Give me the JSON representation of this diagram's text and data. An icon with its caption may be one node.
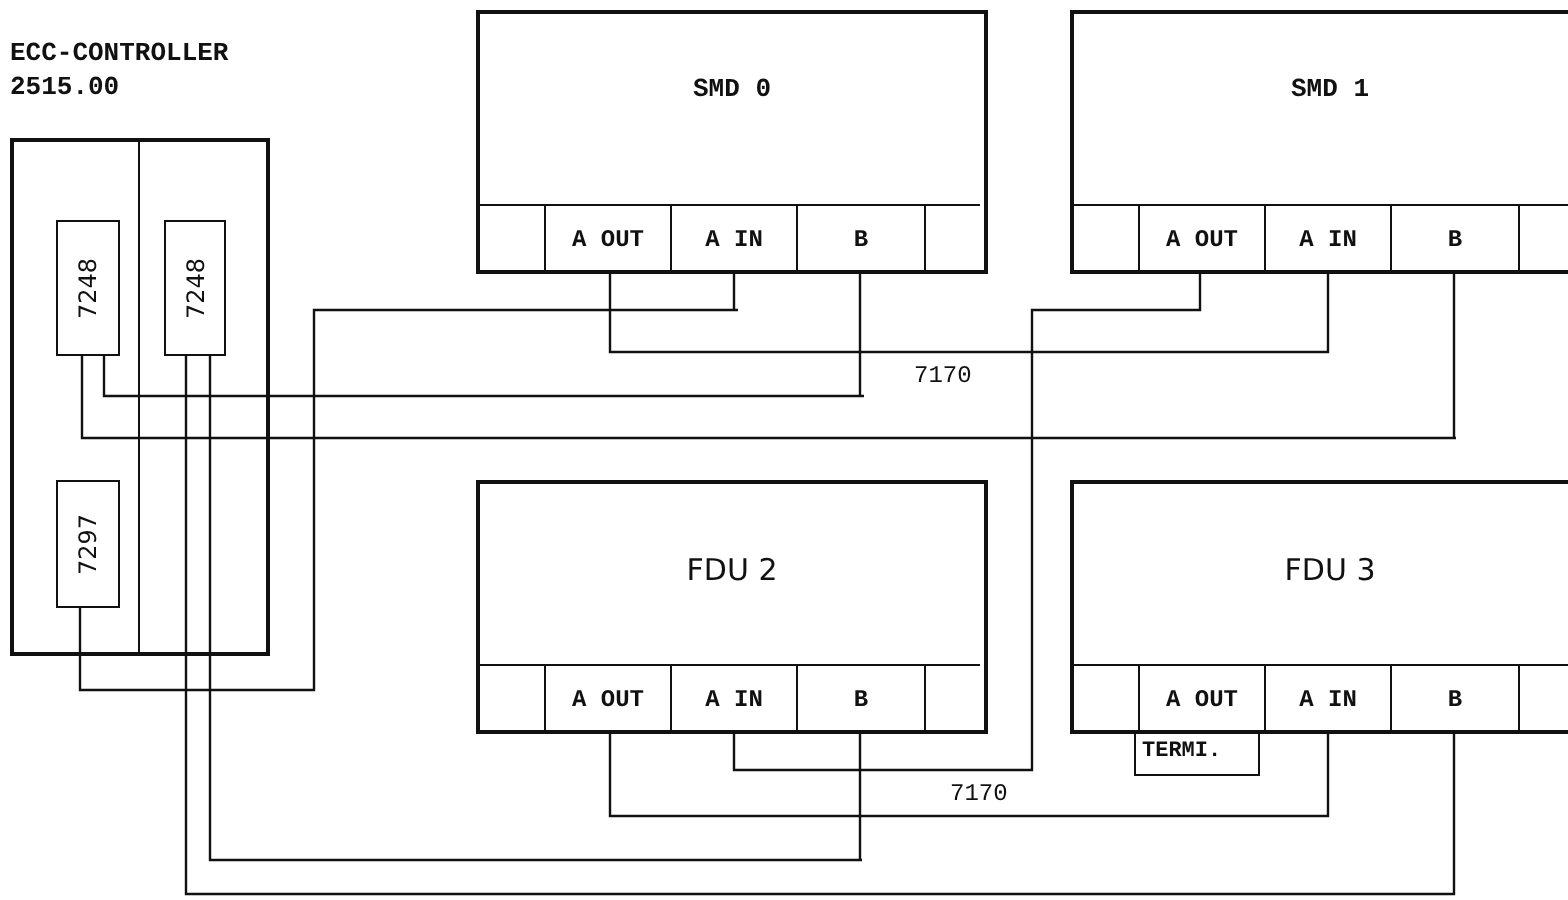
{
  "diagram": {
    "nodes": [
      {
        "text": [
          "ECC-CONTROLLER 2515.00"
        ]
      },
      {
        "text": [
          "7248"
        ],
        "in": 0
      },
      {
        "text": [
          "7248"
        ],
        "in": 0
      },
      {
        "text": [
          "7297"
        ],
        "in": 0
      },
      {
        "text": [
          "SMD 0"
        ]
      },
      {
        "text": [],
        "shape": "box",
        "in": 4
      },
      {
        "text": [
          "A OUT"
        ],
        "in": 4
      },
      {
        "text": [
          "A IN"
        ],
        "in": 4
      },
      {
        "text": [
          "B"
        ],
        "in": 4
      },
      {
        "text": [],
        "shape": "box",
        "in": 4
      },
      {
        "text": [
          "SMD 1"
        ]
      },
      {
        "text": [],
        "shape": "box",
        "in": 10
      },
      {
        "text": [
          "A OUT"
        ],
        "in": 10
      },
      {
        "text": [
          "A IN"
        ],
        "in": 10
      },
      {
        "text": [
          "B"
        ],
        "in": 10
      },
      {
        "text": [],
        "shape": "box",
        "in": 10
      },
      {
        "text": [
          "FDU 2"
        ]
      },
      {
        "text": [],
        "shape": "box",
        "in": 16
      },
      {
        "text": [
          "A OUT"
        ],
        "in": 16
      },
      {
        "text": [
          "A IN"
        ],
        "in": 16
      },
      {
        "text": [
          "B"
        ],
        "in": 16
      },
      {
        "text": [],
        "shape": "box",
        "in": 16
      },
      {
        "text": [
          "FDU 3"
        ]
      },
      {
        "text": [],
        "shape": "box",
        "in": 22
      },
      {
        "text": [
          "A OUT"
        ],
        "in": 22
      },
      {
        "text": [
          "A IN"
        ],
        "in": 22
      },
      {
        "text": [
          "B"
        ],
        "in": 22
      },
      {
        "text": [],
        "shape": "box",
        "in": 22
      },
      {
        "text": [
          "TERMI."
        ]
      }
    ],
    "edges": [
      {
        "from": 3,
        "to": 7,
        "arrow": "none"
      },
      {
        "from": 6,
        "to": 13,
        "arrow": "none"
      },
      {
        "from": 12,
        "to": 19,
        "arrow": "none"
      },
      {
        "from": 18,
        "to": 25,
        "arrow": "none"
      },
      {
        "from": 1,
        "to": 8,
        "arrow": "none"
      },
      {
        "from": 1,
        "to": 14,
        "arrow": "none"
      },
      {
        "from": 2,
        "to": 20,
        "arrow": "none"
      },
      {
        "from": 2,
        "to": 26,
        "arrow": "none"
      }
    ],
    "labels": [
      "7170",
      "7170"
    ]
  }
}
